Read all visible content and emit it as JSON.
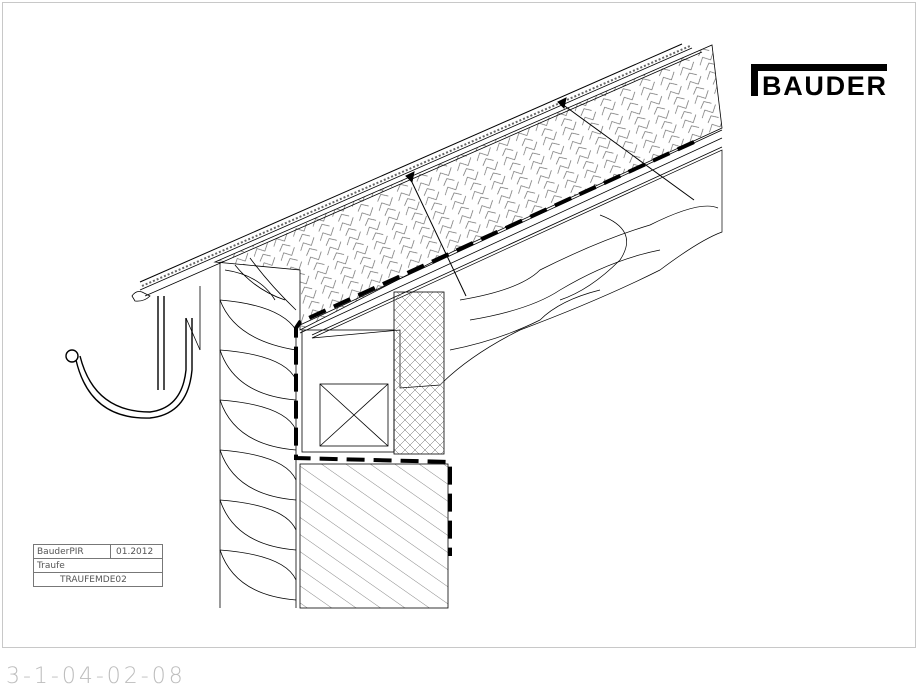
{
  "logo": {
    "text": "BAUDER",
    "color": "#000000"
  },
  "title_block": {
    "product": "BauderPIR",
    "date": "01.2012",
    "title": "Traufe",
    "file": "TRAUFEMDE02"
  },
  "drawing_number": "3-1-04-02-08",
  "colors": {
    "line": "#000000",
    "hatch": "#444444",
    "frame": "#c8c8c8",
    "membrane": "#000000"
  }
}
